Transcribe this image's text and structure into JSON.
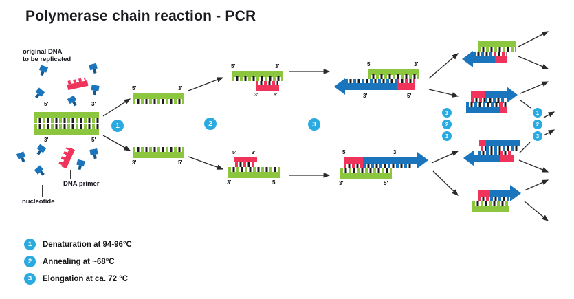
{
  "title": "Polymerase chain reaction - PCR",
  "colors": {
    "green": "#8CC63F",
    "blue": "#1B75BC",
    "blue_dark": "#14588C",
    "red": "#F0335B",
    "cyan": "#29ABE2",
    "ink": "#1C1C1C"
  },
  "labels": {
    "original_dna_line1": "original DNA",
    "original_dna_line2": "to be replicated",
    "dna_primer": "DNA primer",
    "nucleotide": "nucleotide"
  },
  "primes": {
    "five": "5'",
    "three": "3'"
  },
  "steps": [
    {
      "n": "1",
      "desc": "Denaturation at 94-96°C"
    },
    {
      "n": "2",
      "desc": "Annealing at ~68°C"
    },
    {
      "n": "3",
      "desc": "Elongation at ca. 72 °C"
    }
  ]
}
